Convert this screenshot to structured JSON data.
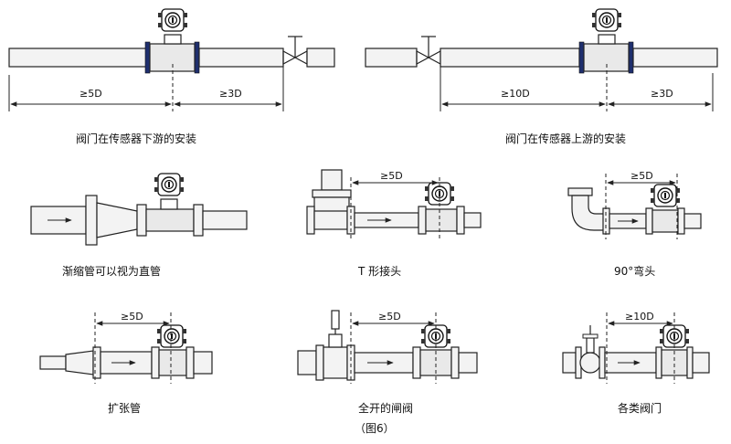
{
  "figure_label": "（图6）",
  "diagrams": [
    {
      "id": "valve-downstream",
      "caption": "阀门在传感器下游的安装",
      "dims": [
        "≥5D",
        "≥3D"
      ]
    },
    {
      "id": "valve-upstream",
      "caption": "阀门在传感器上游的安装",
      "dims": [
        "≥10D",
        "≥3D"
      ]
    },
    {
      "id": "reducer",
      "caption": "渐缩管可以视为直管",
      "dims": []
    },
    {
      "id": "tee",
      "caption": "T 形接头",
      "dims": [
        "≥5D"
      ]
    },
    {
      "id": "elbow",
      "caption": "90°弯头",
      "dims": [
        "≥5D"
      ]
    },
    {
      "id": "expander",
      "caption": "扩张管",
      "dims": [
        "≥5D"
      ]
    },
    {
      "id": "open-gate-valve",
      "caption": "全开的闸阀",
      "dims": [
        "≥5D"
      ]
    },
    {
      "id": "various-valves",
      "caption": "各类阀门",
      "dims": [
        "≥10D"
      ]
    }
  ]
}
